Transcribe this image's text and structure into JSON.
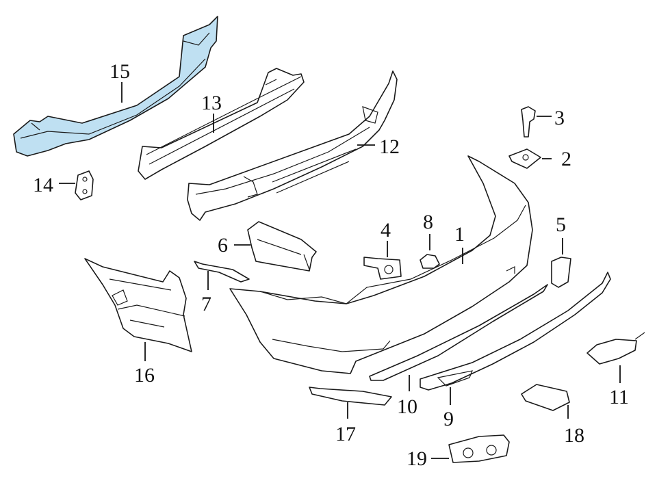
{
  "highlight_color": "#bfe0f2",
  "callouts": [
    {
      "id": "c1",
      "label": "1"
    },
    {
      "id": "c2",
      "label": "2"
    },
    {
      "id": "c3",
      "label": "3"
    },
    {
      "id": "c4",
      "label": "4"
    },
    {
      "id": "c5",
      "label": "5"
    },
    {
      "id": "c6",
      "label": "6"
    },
    {
      "id": "c7",
      "label": "7"
    },
    {
      "id": "c8",
      "label": "8"
    },
    {
      "id": "c9",
      "label": "9"
    },
    {
      "id": "c10",
      "label": "10"
    },
    {
      "id": "c11",
      "label": "11"
    },
    {
      "id": "c12",
      "label": "12"
    },
    {
      "id": "c13",
      "label": "13"
    },
    {
      "id": "c14",
      "label": "14"
    },
    {
      "id": "c15",
      "label": "15"
    },
    {
      "id": "c16",
      "label": "16"
    },
    {
      "id": "c17",
      "label": "17"
    },
    {
      "id": "c18",
      "label": "18"
    },
    {
      "id": "c19",
      "label": "19"
    }
  ]
}
